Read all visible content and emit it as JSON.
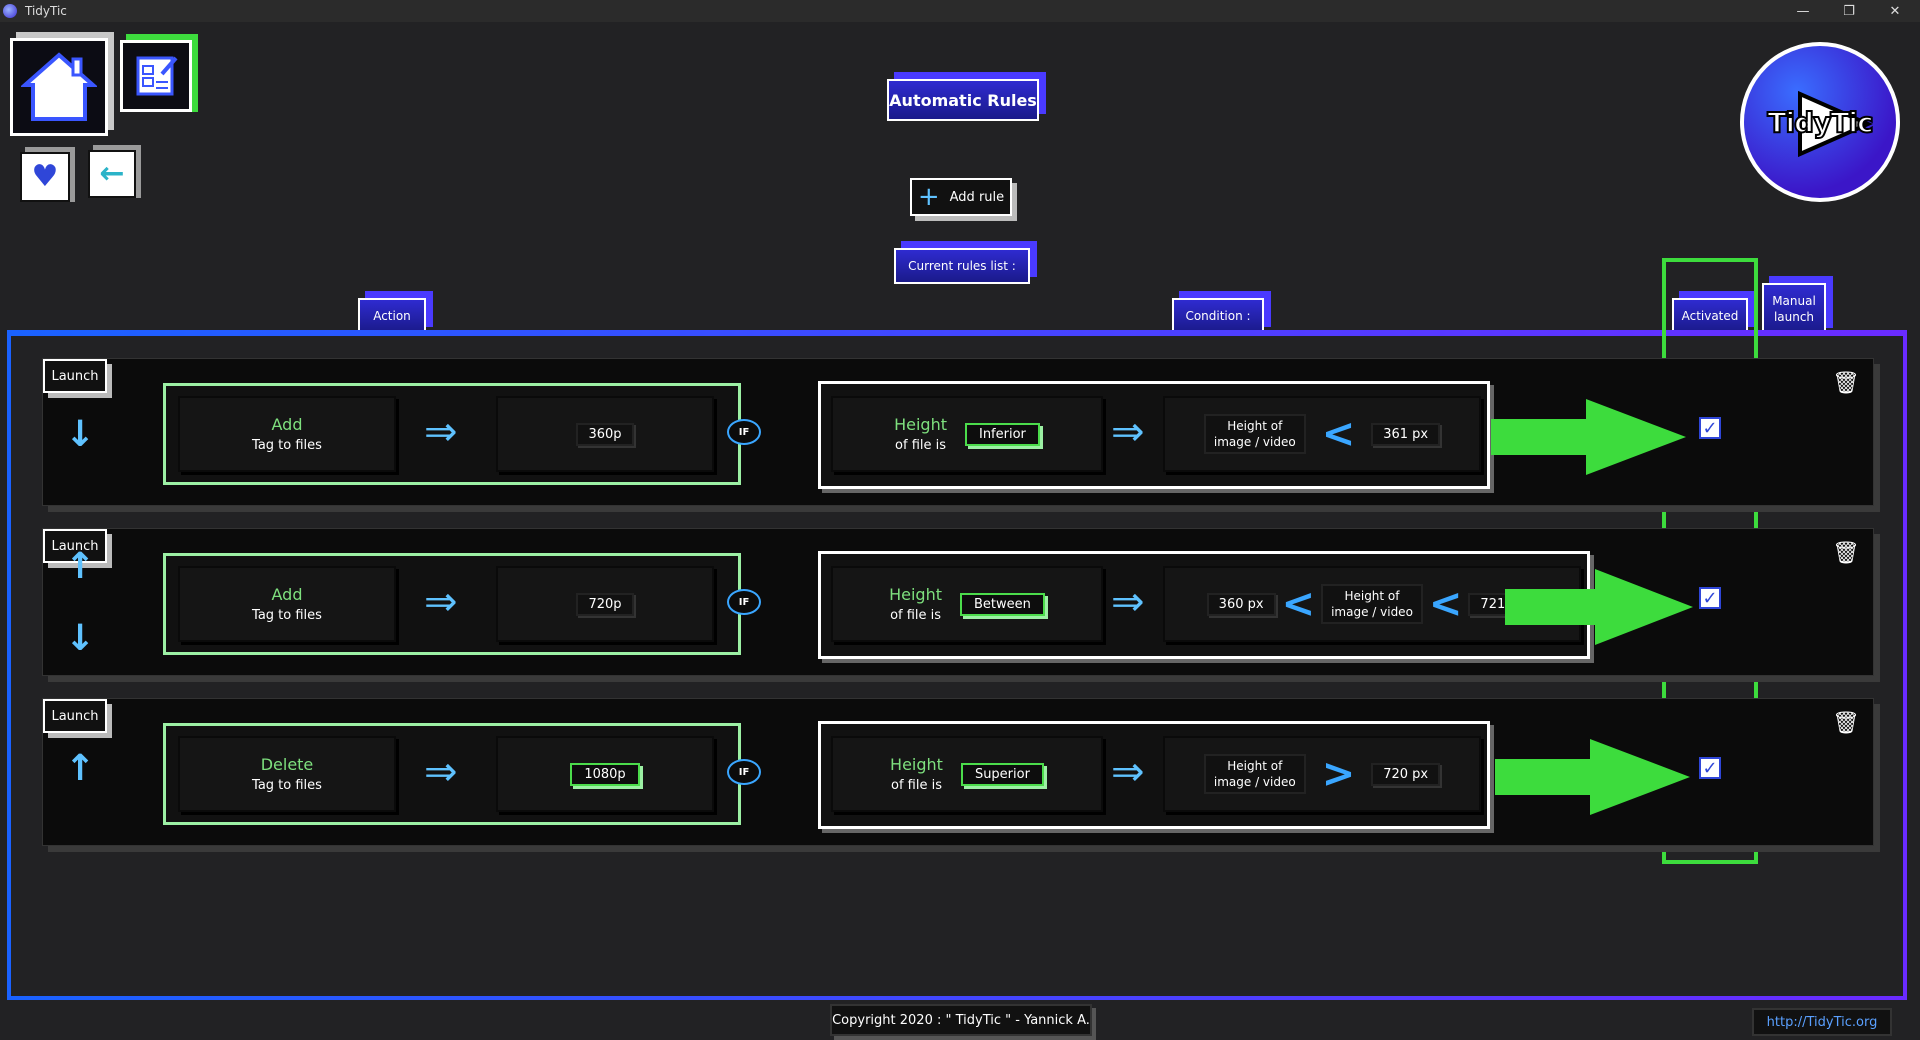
{
  "window": {
    "title": "TidyTic",
    "controls": {
      "minimize": "—",
      "restore": "❐",
      "close": "✕"
    }
  },
  "logo": {
    "text": "TidyTic"
  },
  "header": {
    "title": "Automatic Rules",
    "add_rule": "Add rule",
    "current_rules": "Current rules list :"
  },
  "columns": {
    "action": "Action",
    "condition": "Condition :",
    "activated": "Activated",
    "manual_launch_1": "Manual",
    "manual_launch_2": "launch"
  },
  "rules": [
    {
      "action_title": "Add",
      "action_sub": "Tag to files",
      "action_value": "360p",
      "cond_title": "Height",
      "cond_sub": "of file is",
      "operator": "Inferior",
      "target_1": "Height of",
      "target_2": "image / video",
      "value": "361 px",
      "activated": true,
      "launch": "Launch"
    },
    {
      "action_title": "Add",
      "action_sub": "Tag to files",
      "action_value": "720p",
      "cond_title": "Height",
      "cond_sub": "of file is",
      "operator": "Between",
      "low": "360 px",
      "target_1": "Height of",
      "target_2": "image / video",
      "high": "721 px",
      "activated": true,
      "launch": "Launch"
    },
    {
      "action_title": "Delete",
      "action_sub": "Tag to files",
      "action_value": "1080p",
      "cond_title": "Height",
      "cond_sub": "of file is",
      "operator": "Superior",
      "target_1": "Height of",
      "target_2": "image / video",
      "value": "720 px",
      "activated": true,
      "launch": "Launch"
    }
  ],
  "if_label": "IF",
  "footer": {
    "copyright": "Copyright 2020 : \" TidyTic \" - Yannick A.",
    "url": "http://TidyTic.org"
  },
  "colors": {
    "accent_blue": "#2f46d8",
    "highlight_green": "#3ddc3d",
    "action_green": "#9cf0a4"
  }
}
